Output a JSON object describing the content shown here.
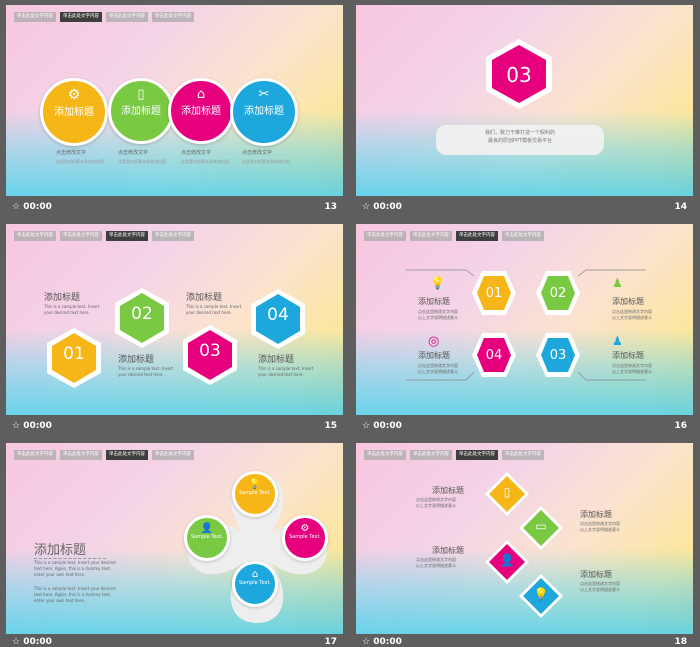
{
  "tab_text": "单击此处文字内容",
  "time_label": "00:00",
  "star": "☆",
  "slides": [
    {
      "number": "13",
      "titles": [
        "添加标题",
        "添加标题",
        "添加标题",
        "添加标题"
      ],
      "captions": [
        "点击修改文字",
        "点击修改文字",
        "点击修改文字",
        "点击修改文字"
      ],
      "subs": [
        "这里是对标题本身修改内容",
        "这里是对标题本身修改内容",
        "这里是对标题本身修改内容",
        "这里是对标题本身修改内容"
      ]
    },
    {
      "number": "14",
      "hex_num": "03",
      "pill_lines": [
        "我们，致力于推打造一个假利的",
        "最良的原创PPT模板交易平台"
      ]
    },
    {
      "number": "15",
      "nums": [
        "01",
        "02",
        "03",
        "04"
      ],
      "title": "添加标题",
      "sample": [
        "This is a sample text. Insert",
        "your desired text here."
      ]
    },
    {
      "number": "16",
      "nums": [
        "01",
        "02",
        "03",
        "04"
      ],
      "title": "添加标题",
      "desc": [
        "点击这里修改文字内容",
        "以上文字说明描述意义"
      ]
    },
    {
      "number": "17",
      "title": "添加标题",
      "petal": "Sample Text.",
      "body": [
        "This is a sample text. Insert your desired",
        "text here. Again, this is a dummy text,",
        "enter your own text here.",
        "This is a sample text. Insert your desired",
        "text here. Again, this is a dummy text,",
        "enter your own text here."
      ]
    },
    {
      "number": "18",
      "title": "添加标题",
      "desc": [
        "点击这里修改文字内容",
        "以上文字说明描述意义"
      ]
    }
  ],
  "colors": {
    "yellow": "#f7b618",
    "green": "#7ac943",
    "pink": "#e6007e",
    "blue": "#1ea7dd",
    "bar": "#5e5e5e"
  }
}
